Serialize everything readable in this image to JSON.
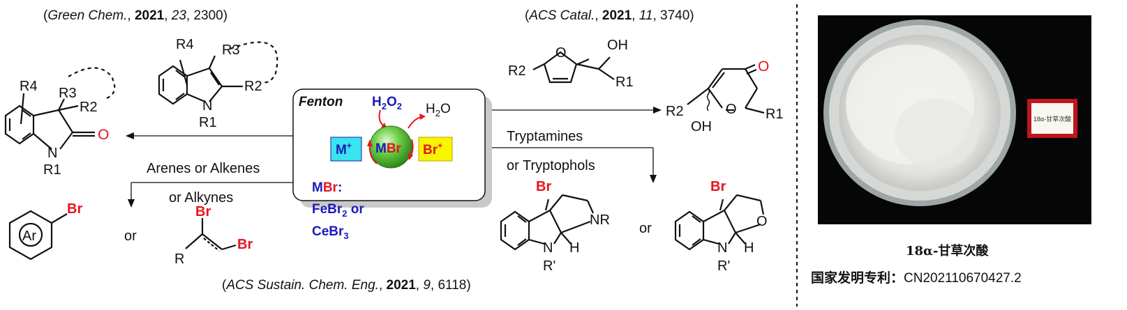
{
  "references": {
    "green_chem": {
      "journal": "Green Chem.",
      "year": "2021",
      "volume": "23",
      "pages": "2300"
    },
    "acs_catal": {
      "journal": "ACS Catal.",
      "year": "2021",
      "volume": "11",
      "pages": "3740"
    },
    "acs_sustain": {
      "journal": "ACS Sustain. Chem. Eng.",
      "year": "2021",
      "volume": "9",
      "pages": "6118"
    }
  },
  "center_box": {
    "title": "Fenton",
    "h2o2": "H2O2",
    "h2o": "H2O",
    "m_plus": "M+",
    "mbr_m": "M",
    "mbr_br": "Br",
    "br_plus": "Br+",
    "mbr_label": "MBr:",
    "catalyst_line1": "FeBr2 or",
    "catalyst_line2": "CeBr3"
  },
  "conditions": {
    "arenes": "Arenes or Alkenes",
    "alkynes": "or Alkynes",
    "tryptamines": "Tryptamines",
    "tryptophols": "or Tryptophols"
  },
  "labels": {
    "R1": "R1",
    "R2": "R2",
    "R3": "R3",
    "R4": "R4",
    "R": "R",
    "Rprime": "R'",
    "Ar": "Ar",
    "Br": "Br",
    "N": "N",
    "O": "O",
    "H": "H",
    "OH": "OH",
    "or": "or"
  },
  "photo": {
    "label_text": "18α-甘草次酸",
    "caption": "18α-甘草次酸",
    "patent_prefix": "国家发明专利：",
    "patent_number": "CN202110670427.2"
  },
  "colors": {
    "red": "#e8141e",
    "blue": "#1a1ab8",
    "cyan": "#39e4f0",
    "yellow": "#f6f600",
    "green": "#55c235"
  }
}
